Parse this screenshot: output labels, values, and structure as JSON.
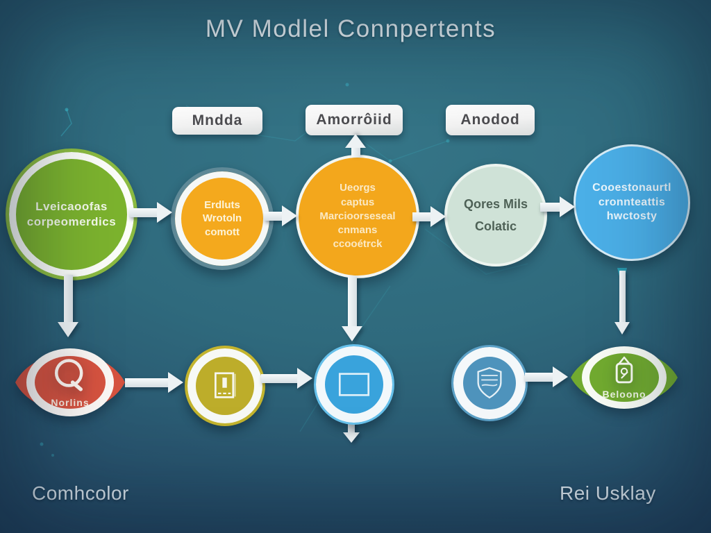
{
  "title": "MV Modlel Connpertents",
  "labels": [
    {
      "text": "Mndda"
    },
    {
      "text": "Amorrôiid"
    },
    {
      "text": "Anodod"
    }
  ],
  "top_nodes": [
    {
      "id": "green",
      "color": "#7cb32e",
      "lines": [
        "Lveicaoofas",
        "corpeomerdics"
      ]
    },
    {
      "id": "small-orange",
      "color": "#f4a91d",
      "lines": [
        "Erdluts",
        "Wrotoln",
        "comott"
      ]
    },
    {
      "id": "large-orange",
      "color": "#f3a71c",
      "lines": [
        "Ueorgs",
        "captus",
        "Marcioorseseal",
        "cnmans",
        "ccooétrck"
      ]
    },
    {
      "id": "mint",
      "color": "#cfe2d7",
      "lines": [
        "Qores Mils",
        "Colatic"
      ]
    },
    {
      "id": "blue",
      "color": "#4bafe7",
      "lines": [
        "Cooestonaurtl",
        "cronnteattis",
        "hwctosty"
      ]
    }
  ],
  "bottom_nodes": [
    {
      "id": "red-lens",
      "color": "#d65340",
      "icon": "q-icon",
      "label": "Norlins"
    },
    {
      "id": "olive",
      "color": "#bdad2a",
      "icon": "book-icon",
      "label": ""
    },
    {
      "id": "blue-small",
      "color": "#39a3dc",
      "icon": "rectangle-icon",
      "label": ""
    },
    {
      "id": "steel-blue",
      "color": "#4e93bc",
      "icon": "shield-icon",
      "label": ""
    },
    {
      "id": "green-lens",
      "color": "#71aa30",
      "icon": "lock-icon",
      "label": "Beloono"
    }
  ],
  "footer": {
    "left": "Comhcolor",
    "right": "Rei Usklay"
  },
  "palette": {
    "background_top": "#357587",
    "background_bottom": "#203f5d",
    "arrow": "#edf2f4",
    "label_text": "#4c4c50",
    "title_text": "#e9f3f6"
  }
}
